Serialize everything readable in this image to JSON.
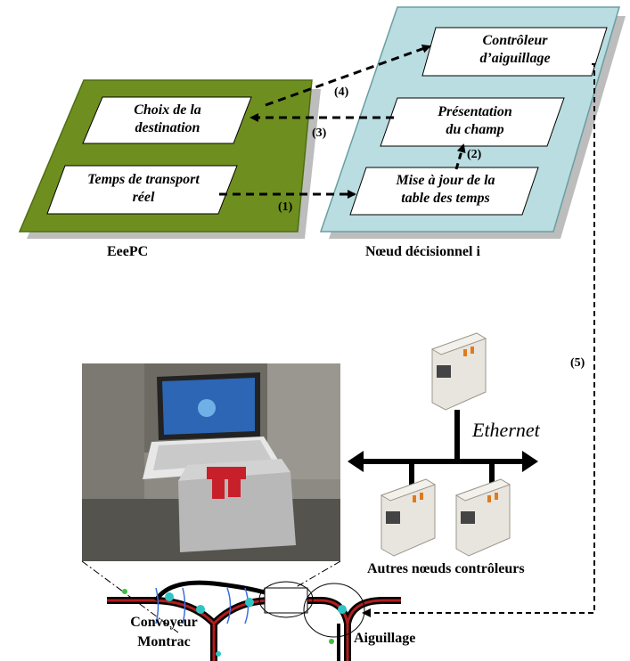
{
  "eeepc": {
    "title": "EeePC",
    "box_choix": [
      "Choix de la",
      "destination"
    ],
    "box_temps": [
      "Temps de transport",
      "réel"
    ]
  },
  "node": {
    "title": "Nœud décisionnel i",
    "box_controleur": [
      "Contrôleur",
      "d’aiguillage"
    ],
    "box_presentation": [
      "Présentation",
      "du champ"
    ],
    "box_mise": [
      "Mise à jour de la",
      "table des temps"
    ]
  },
  "steps": {
    "s1": "(1)",
    "s2": "(2)",
    "s3": "(3)",
    "s4": "(4)",
    "s5": "(5)"
  },
  "network": {
    "ethernet": "Ethernet",
    "others": "Autres nœuds contrôleurs"
  },
  "track": {
    "convoyeur": [
      "Convoyeur",
      "Montrac"
    ],
    "aiguillage": "Aiguillage"
  },
  "colors": {
    "eeepc_fill": "#6e8f1f",
    "node_fill": "#b9dde0",
    "track_red": "#b21d1d",
    "track_cyan": "#2ec4c4"
  }
}
